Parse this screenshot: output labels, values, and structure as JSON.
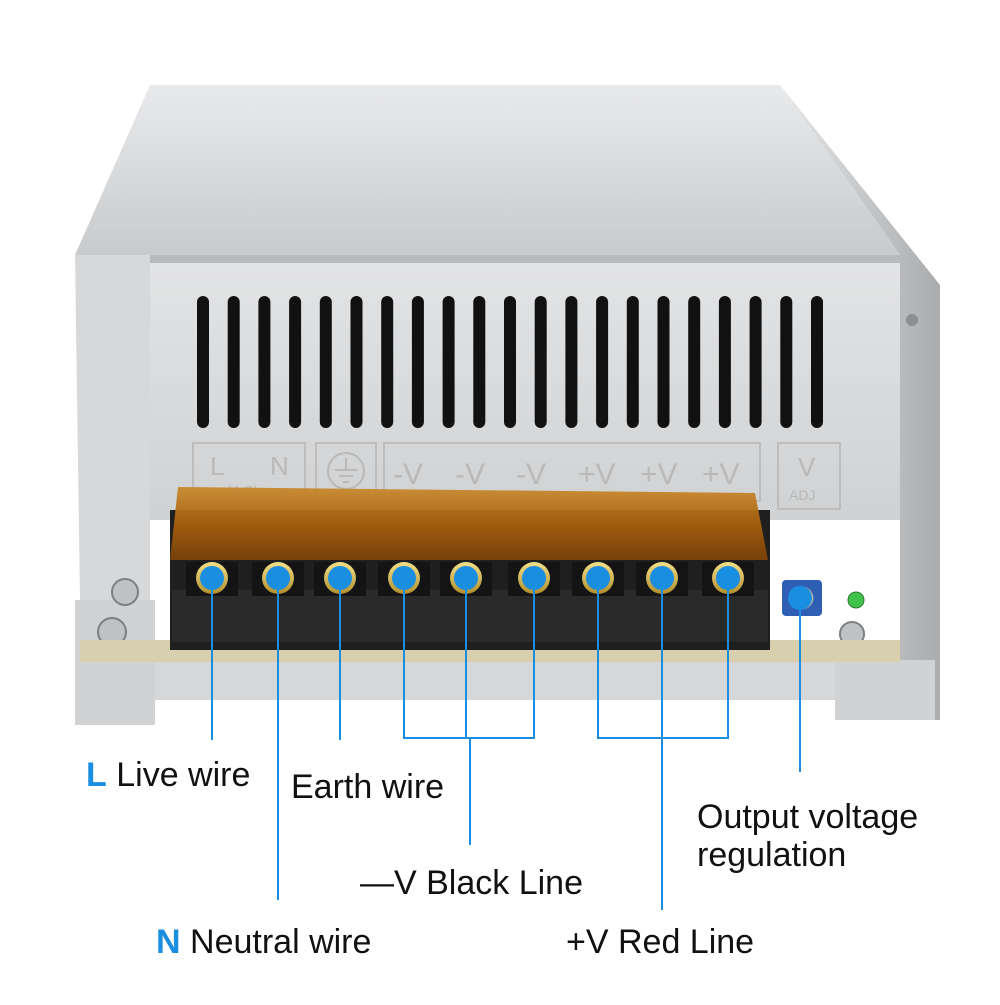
{
  "device_panel": {
    "labels": {
      "l": "L",
      "n": "N",
      "ac": "(AC)",
      "minus_v": "-V",
      "plus_v": "+V",
      "v": "V",
      "adj": "ADJ"
    }
  },
  "callouts": {
    "live": {
      "key": "L",
      "text": "Live wire"
    },
    "neutral": {
      "key": "N",
      "text": "Neutral wire"
    },
    "earth": {
      "text": "Earth wire"
    },
    "black": {
      "text": "—V Black Line"
    },
    "red": {
      "text": "+V Red Line"
    },
    "regulation": {
      "line1": "Output voltage",
      "line2": "regulation"
    }
  },
  "colors": {
    "marker": "#1a8ee0",
    "leader": "#1a8ee0",
    "key_letter": "#1a8ee0",
    "housing": "#cfd1d3",
    "terminal_cover": "#b46a12",
    "terminal_block": "#202020"
  }
}
